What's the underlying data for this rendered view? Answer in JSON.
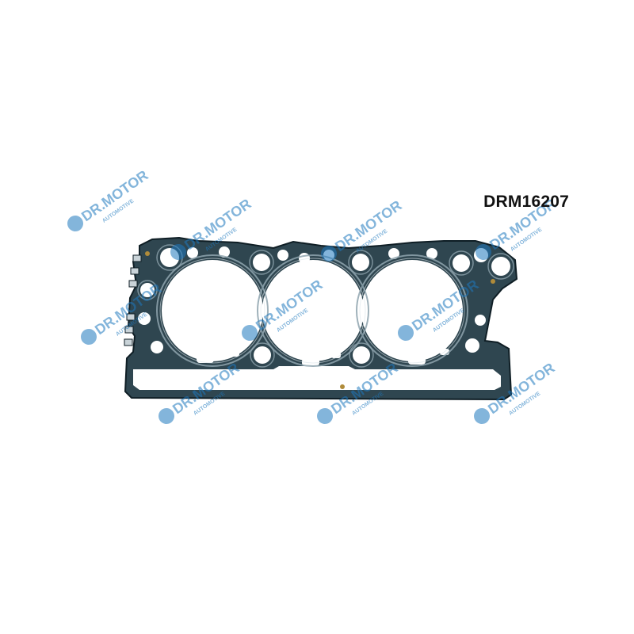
{
  "product": {
    "part_code": "DRM16207",
    "image_subject": "cylinder-head-gasket"
  },
  "watermark": {
    "brand": "DR.MOTOR",
    "tagline": "AUTOMOTIVE"
  },
  "colors": {
    "background": "#ffffff",
    "gasket_fill": "#2f4650",
    "gasket_edge": "#0f1e25",
    "bead": "#8fa4ae",
    "watermark_blue": "#1e78be"
  }
}
